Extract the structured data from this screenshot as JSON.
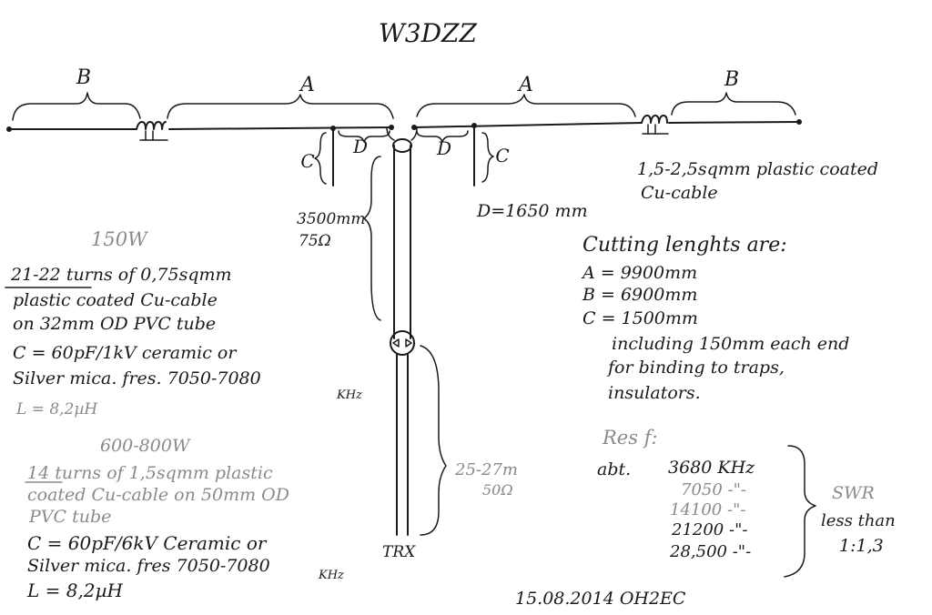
{
  "title": "W3DZZ",
  "labels": {
    "b_left": "B",
    "a_left": "A",
    "a_right": "A",
    "b_right": "B",
    "c_left": "C",
    "d_left": "D",
    "d_right": "D",
    "c_right": "C",
    "feed_len": "3500mm",
    "feed_imp": "75Ω",
    "coax_len": "25-27m",
    "coax_imp": "50Ω",
    "trx": "TRX"
  },
  "wire_note": [
    "1,5-2,5sqmm plastic coated",
    "Cu-cable"
  ],
  "d_value": "D=1650 mm",
  "power_low": {
    "heading": "150W",
    "lines": [
      "21-22 turns of 0,75sqmm",
      "plastic coated Cu-cable",
      "on 32mm OD PVC tube",
      "C = 60pF/1kV ceramic or",
      "Silver mica. fres. 7050-7080",
      "KHz",
      "L = 8,2µH"
    ]
  },
  "power_high": {
    "heading": "600-800W",
    "lines": [
      "14 turns of 1,5sqmm plastic",
      "coated Cu-cable on  50mm OD",
      "PVC tube",
      "C = 60pF/6kV Ceramic or",
      "Silver mica. fres 7050-7080",
      "KHz",
      "L = 8,2µH"
    ]
  },
  "cutting": {
    "heading": "Cutting lenghts are:",
    "a": "A = 9900mm",
    "b": "B = 6900mm",
    "c": "C = 1500mm",
    "note": [
      "including 150mm each end",
      "for binding to traps,",
      "insulators."
    ]
  },
  "res": {
    "heading": "Res f:",
    "prefix": "abt.",
    "rows": [
      "3680 KHz",
      "7050 -\"-",
      "14100 -\"-",
      "21200 -\"-",
      "28,500 -\"-"
    ],
    "swr": [
      "SWR",
      "less than",
      "1:1,3"
    ]
  },
  "footer": "15.08.2014  OH2EC"
}
